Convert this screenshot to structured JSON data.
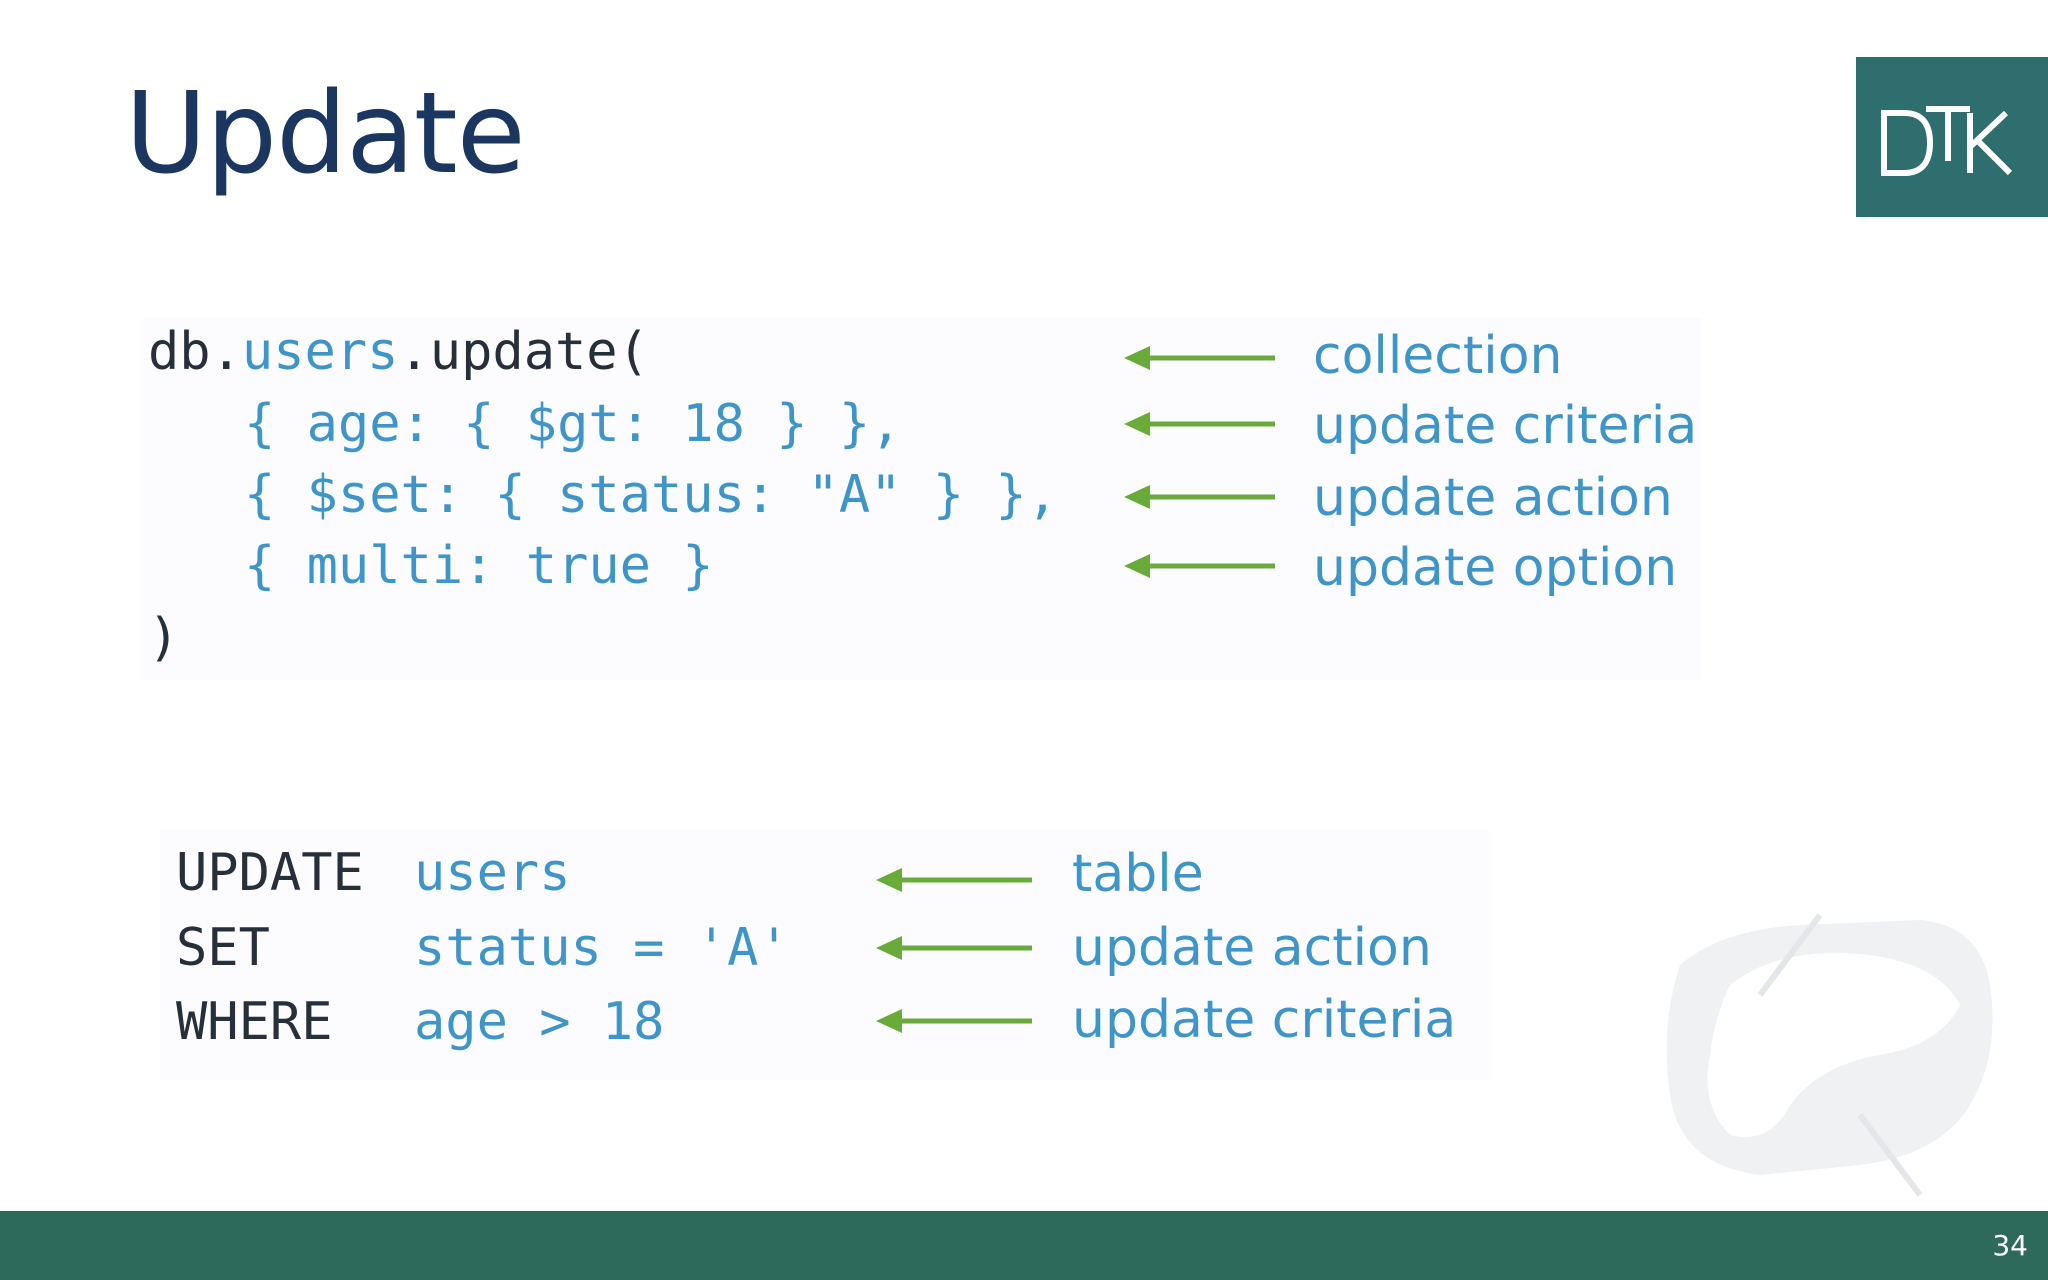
{
  "slide": {
    "title": "Update",
    "page_number": "34",
    "logo_text": "DTK",
    "colors": {
      "title": "#1b3760",
      "accent": "#2f6e6e",
      "footer": "#2e6a5c",
      "code_blue": "#3f95c8",
      "code_dark": "#26303a",
      "arrow": "#6aaa3a"
    }
  },
  "mongo": {
    "line1": {
      "db": "db.",
      "users": "users",
      "rest": ".update("
    },
    "line2": "{ age: { $gt: 18 } },",
    "line3": "{ $set: { status: \"A\" } },",
    "line4": "{ multi: true }",
    "line5": ")",
    "notes": [
      "collection",
      "update criteria",
      "update action",
      "update option"
    ]
  },
  "sql": {
    "rows": [
      {
        "keyword": "UPDATE",
        "value": "users",
        "note": "table"
      },
      {
        "keyword": "SET",
        "value": "status = 'A'",
        "note": "update action"
      },
      {
        "keyword": "WHERE",
        "value": "age > 18",
        "note": "update criteria"
      }
    ]
  }
}
